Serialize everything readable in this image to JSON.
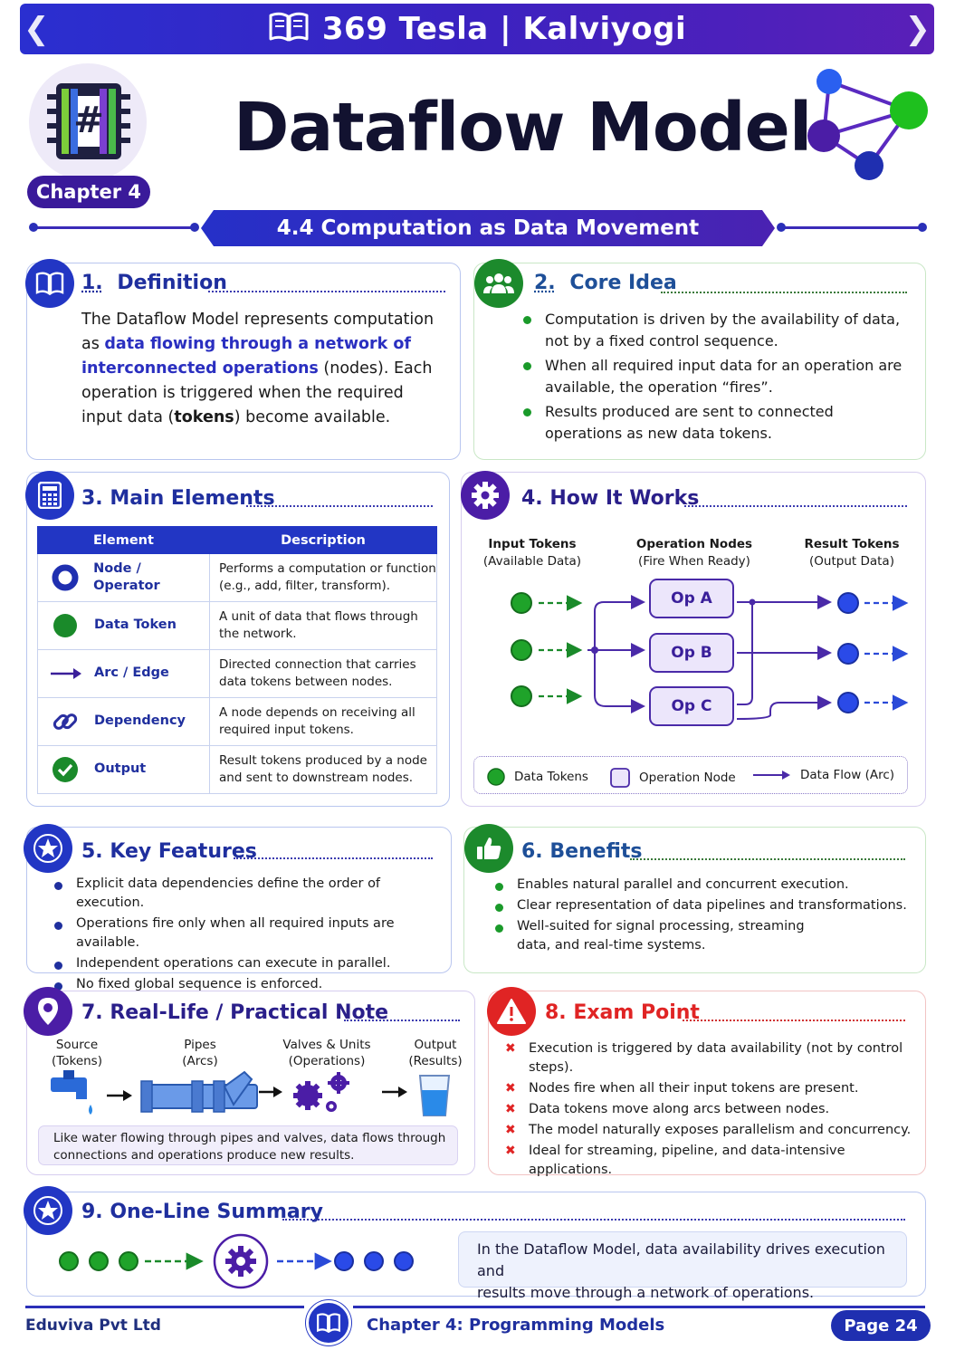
{
  "banner": {
    "title": "369 Tesla | Kalviyogi",
    "book_icon": "open-book-icon"
  },
  "header": {
    "logo_icon": "hash-chip-icon",
    "logo_symbol": "#",
    "chapter": "Chapter 4",
    "title": "Dataflow Model",
    "network_icon": "network-graph-icon",
    "subtitle": "4.4  Computation as Data Movement"
  },
  "colors": {
    "primary": "#2236c4",
    "purple": "#4b1da6",
    "green": "#1c8a2c",
    "red": "#e02424"
  },
  "definition": {
    "number": "1.",
    "title": "Definition",
    "icon": "open-book-icon",
    "text_1": "The Dataflow Model represents computation",
    "text_2": "as ",
    "highlight_1": "data flowing through a network of",
    "highlight_2": "interconnected operations",
    "text_3": " (nodes). Each",
    "text_4": "operation is triggered when the required",
    "text_5": "input data (",
    "bold": "tokens",
    "text_6": ") become available."
  },
  "core_idea": {
    "number": "2.",
    "title": "Core Idea",
    "icon": "users-icon",
    "items": [
      "Computation is driven by the availability of data, not by a fixed control sequence.",
      "When all required input data for an operation are available, the operation “fires”.",
      "Results produced are sent to connected operations as new data tokens."
    ]
  },
  "main_elements": {
    "title": "3.  Main Elements",
    "icon": "calculator-icon",
    "headers": [
      "Element",
      "Description"
    ],
    "rows": [
      {
        "element": "Node / Operator",
        "icon": "ring-node-icon",
        "description_1": "Performs a computation or function",
        "description_2": "(e.g., add, filter, transform)."
      },
      {
        "element": "Data Token",
        "icon": "green-dot-icon",
        "description_1": "A unit of data that flows through",
        "description_2": "the network."
      },
      {
        "element": "Arc / Edge",
        "icon": "arrow-right-icon",
        "description_1": "Directed connection that carries",
        "description_2": "data tokens between nodes."
      },
      {
        "element": "Dependency",
        "icon": "link-icon",
        "description_1": "A node depends on receiving all",
        "description_2": "required input tokens."
      },
      {
        "element": "Output",
        "icon": "check-circle-icon",
        "description_1": "Result tokens produced by a node",
        "description_2": "and sent to downstream nodes."
      }
    ]
  },
  "how_it_works": {
    "title": "4.  How It Works",
    "icon": "gear-icon",
    "input_label": "Input Tokens",
    "input_sub": "(Available Data)",
    "ops_label": "Operation Nodes",
    "ops_sub": "(Fire When Ready)",
    "result_label": "Result Tokens",
    "result_sub": "(Output Data)",
    "ops": [
      "Op A",
      "Op B",
      "Op C"
    ],
    "legend": {
      "tokens": "Data Tokens",
      "node": "Operation Node",
      "flow": "Data Flow (Arc)"
    }
  },
  "key_features": {
    "title": "5.  Key Features",
    "icon": "star-icon",
    "items": [
      "Explicit data dependencies define the order of execution.",
      "Operations fire only when all required inputs are available.",
      "Independent operations can execute in parallel.",
      "No fixed global sequence is enforced."
    ]
  },
  "benefits": {
    "title": "6.  Benefits",
    "icon": "thumbs-up-icon",
    "items": [
      "Enables natural parallel and concurrent execution.",
      "Clear representation of data pipelines and transformations.",
      "Well-suited for signal processing, streaming data, and real-time systems."
    ]
  },
  "real_life": {
    "title": "7.  Real-Life / Practical Note",
    "icon": "location-pin-icon",
    "source_1": "Source",
    "source_2": "(Tokens)",
    "pipes_1": "Pipes",
    "pipes_2": "(Arcs)",
    "valves_1": "Valves & Units",
    "valves_2": "(Operations)",
    "output_1": "Output",
    "output_2": "(Results)",
    "note_1": "Like water flowing through pipes and valves, data flows through",
    "note_2": "connections and operations produce new results."
  },
  "exam_point": {
    "title": "8.  Exam Point",
    "icon": "warning-icon",
    "items": [
      "Execution is triggered by data availability (not by control steps).",
      "Nodes fire when all their input tokens are present.",
      "Data tokens move along arcs between nodes.",
      "The model naturally exposes parallelism and concurrency.",
      "Ideal for streaming, pipeline, and data-intensive applications."
    ]
  },
  "summary": {
    "title": "9.  One-Line Summary",
    "icon": "star-icon",
    "text_1": "In the Dataflow Model, data availability drives execution and",
    "text_2": "results move through a network of operations."
  },
  "footer": {
    "left": "Eduviva Pvt Ltd",
    "middle": "Chapter 4: Programming Models",
    "page": "Page 24",
    "book_icon": "open-book-icon"
  }
}
